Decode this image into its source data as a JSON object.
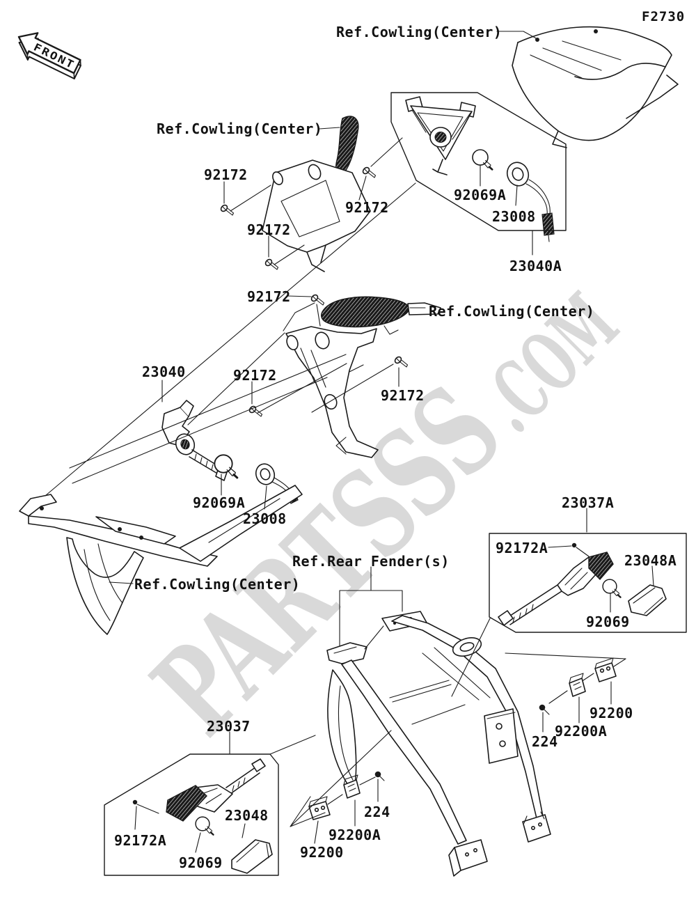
{
  "canvas": {
    "background": "#ffffff",
    "ink": "#1a1a1a",
    "watermark_color": "#d9d9d9"
  },
  "figure_code": "F2730",
  "front_arrow": {
    "label": "FRONT"
  },
  "watermark": {
    "primary": "PARTSSS",
    "secondary": ".COM"
  },
  "ref_labels": [
    {
      "text": "Ref.Cowling(Center)"
    },
    {
      "text": "Ref.Cowling(Center)"
    },
    {
      "text": "Ref.Cowling(Center)"
    },
    {
      "text": "Ref.Cowling(Center)"
    },
    {
      "text": "Ref.Rear Fender(s)"
    }
  ],
  "callouts": [
    {
      "part_no": "92172"
    },
    {
      "part_no": "92172"
    },
    {
      "part_no": "92172"
    },
    {
      "part_no": "92069A"
    },
    {
      "part_no": "23008"
    },
    {
      "part_no": "23040A"
    },
    {
      "part_no": "92172"
    },
    {
      "part_no": "23040"
    },
    {
      "part_no": "92172"
    },
    {
      "part_no": "92172"
    },
    {
      "part_no": "92069A"
    },
    {
      "part_no": "23008"
    },
    {
      "part_no": "23037A"
    },
    {
      "part_no": "92172A"
    },
    {
      "part_no": "23048A"
    },
    {
      "part_no": "92069"
    },
    {
      "part_no": "92200"
    },
    {
      "part_no": "92200A"
    },
    {
      "part_no": "224"
    },
    {
      "part_no": "23037"
    },
    {
      "part_no": "92172A"
    },
    {
      "part_no": "23048"
    },
    {
      "part_no": "92069"
    },
    {
      "part_no": "224"
    },
    {
      "part_no": "92200A"
    },
    {
      "part_no": "92200"
    }
  ]
}
